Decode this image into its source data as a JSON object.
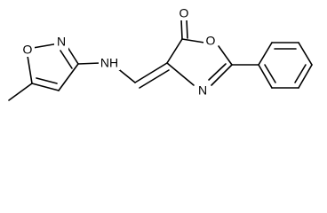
{
  "molecule": {
    "atoms": {
      "isoxazole_o": "O",
      "isoxazole_n": "N",
      "amine_nh": "NH",
      "carbonyl_o": "O",
      "ring_o": "O",
      "ring_n": "N"
    }
  }
}
